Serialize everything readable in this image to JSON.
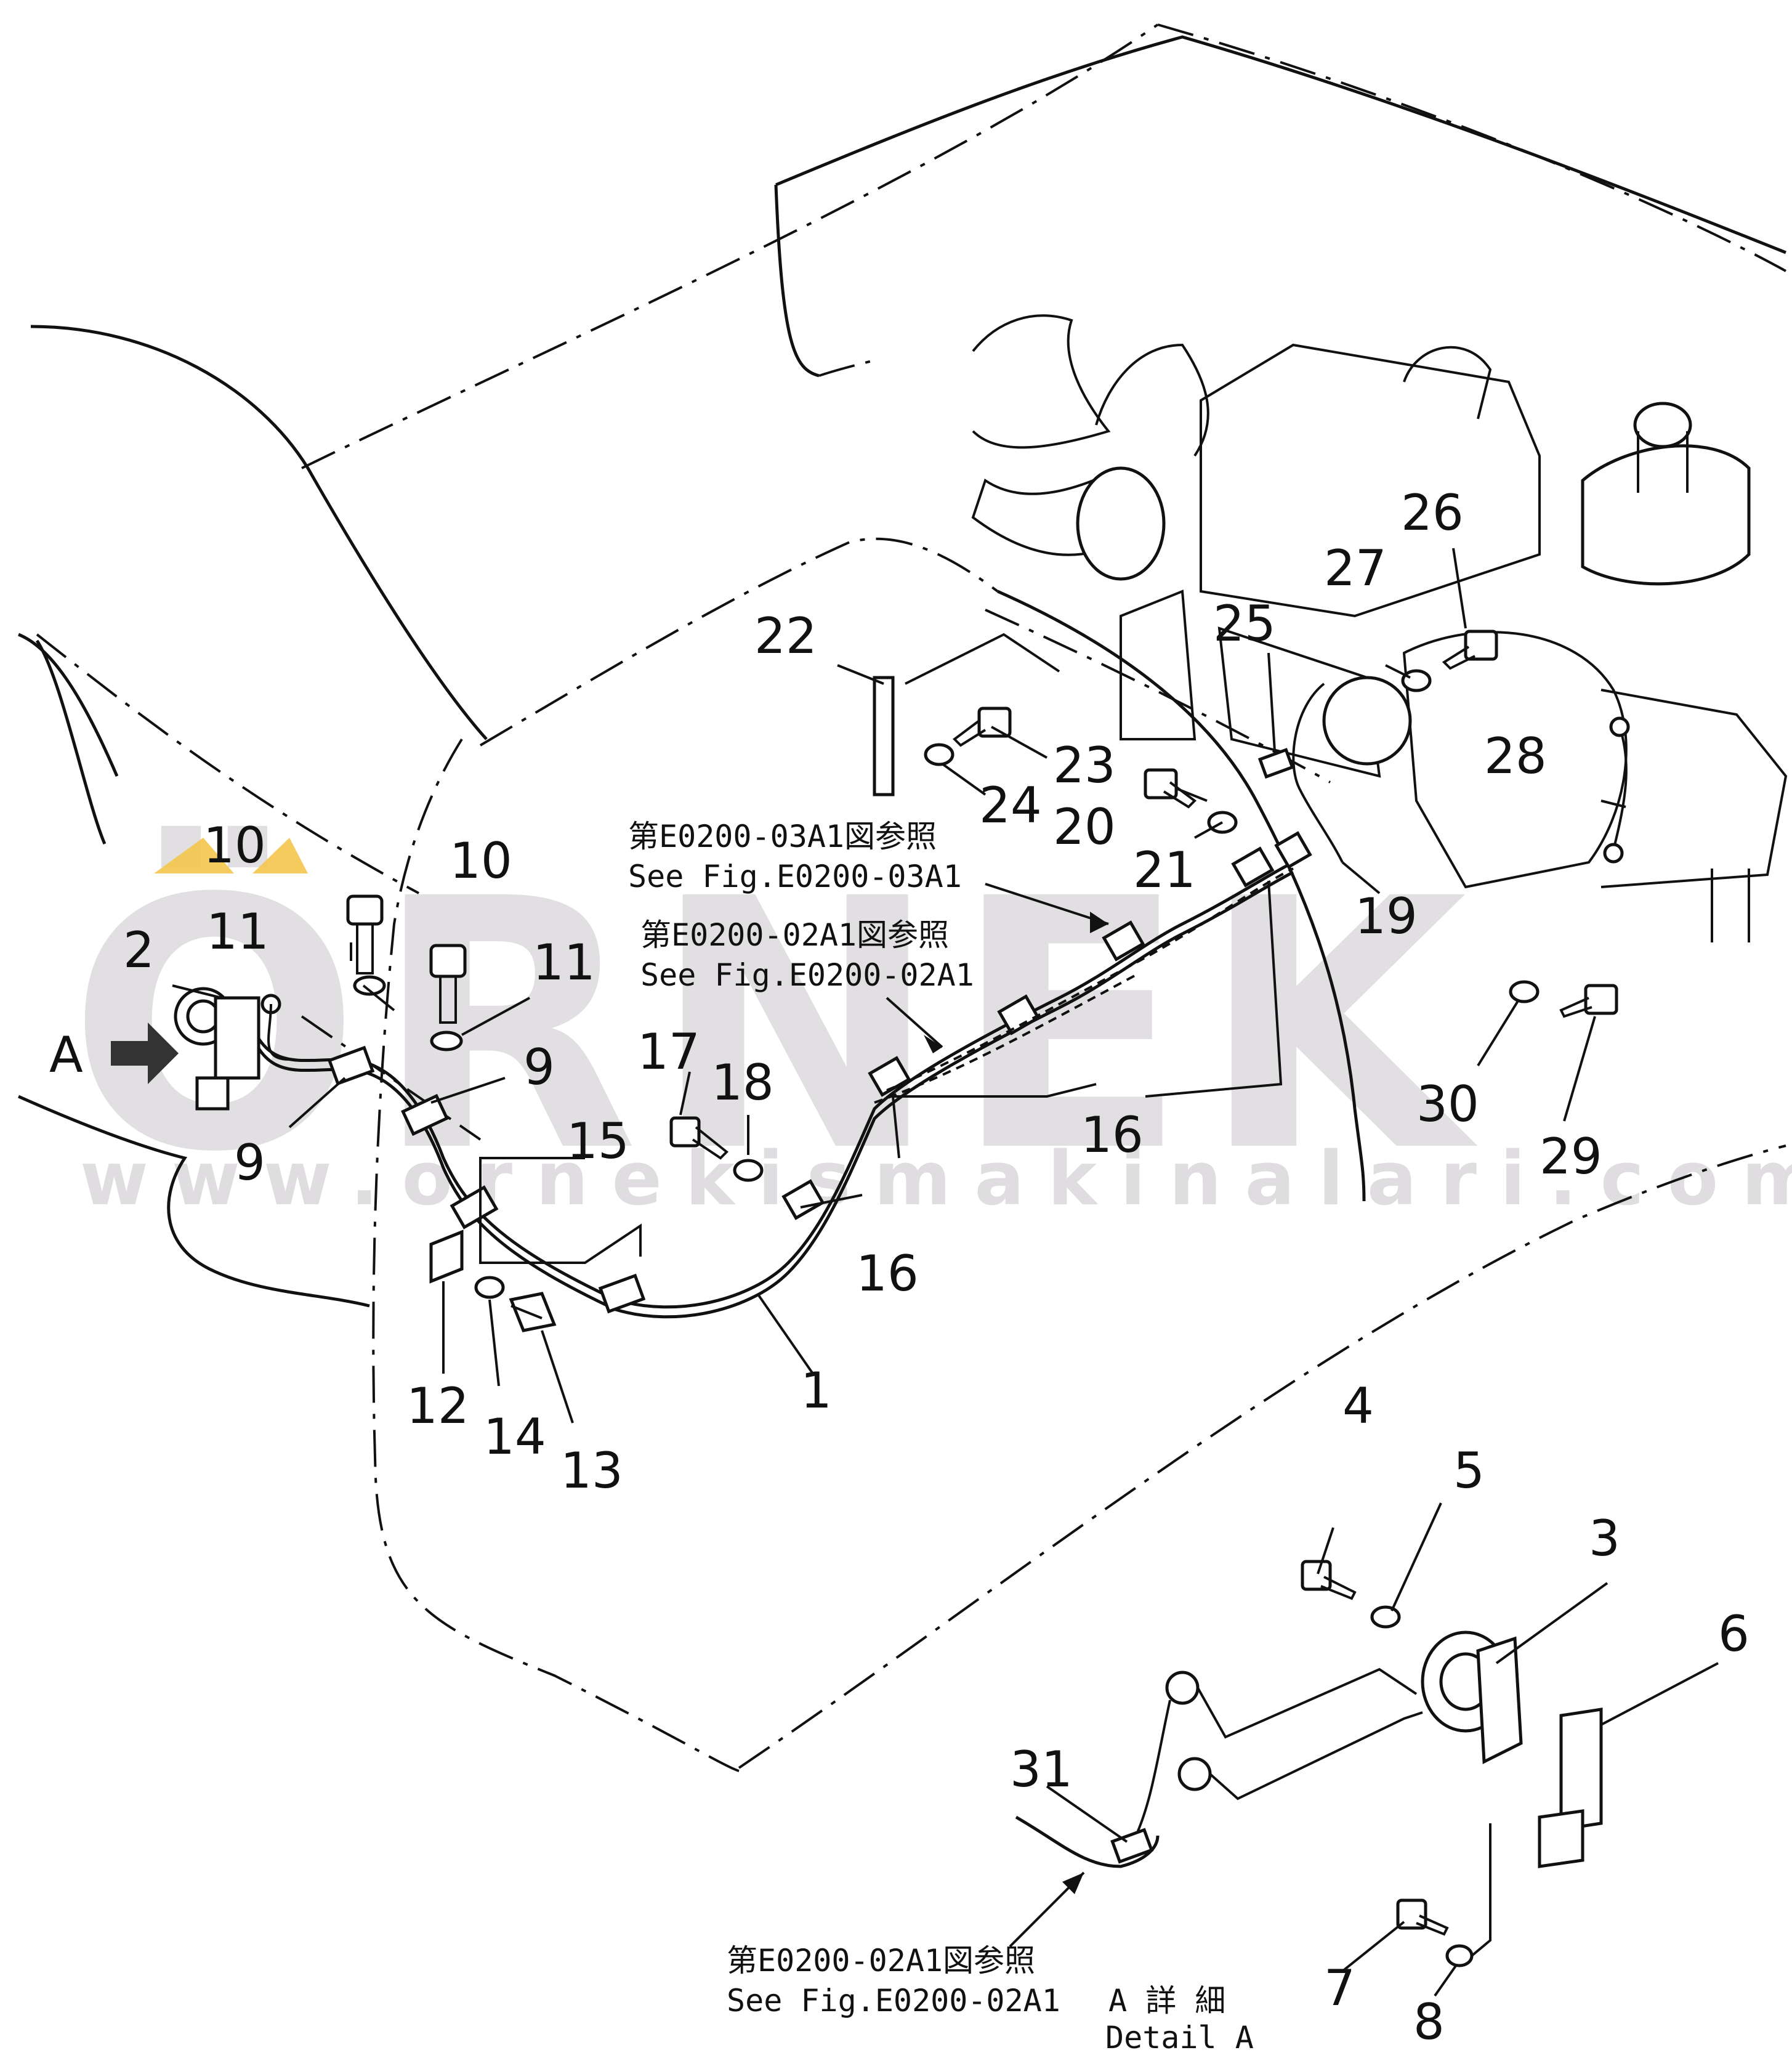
{
  "watermark": {
    "brand": "ÖRNEK",
    "url": "www.ornekismakinalari.com.tr",
    "accent_color": "#f3c54a",
    "text_color": "#d8d5d9"
  },
  "labels": [
    "1",
    "2",
    "3",
    "4",
    "5",
    "6",
    "7",
    "8",
    "9",
    "9",
    "10",
    "10",
    "11",
    "11",
    "12",
    "13",
    "14",
    "15",
    "16",
    "16",
    "17",
    "18",
    "19",
    "20",
    "21",
    "22",
    "23",
    "24",
    "25",
    "26",
    "27",
    "28",
    "29",
    "30",
    "31"
  ],
  "view_marker": "A",
  "references": {
    "ref_03A1_jp": "第E0200-03A1図参照",
    "ref_03A1_en": "See Fig.E0200-03A1",
    "ref_02A1_jp": "第E0200-02A1図参照",
    "ref_02A1_en": "See Fig.E0200-02A1",
    "ref_bottom_jp": "第E0200-02A1図参照",
    "ref_bottom_en": "See Fig.E0200-02A1"
  },
  "detail": {
    "jp": "A 詳 細",
    "en": "Detail A"
  }
}
